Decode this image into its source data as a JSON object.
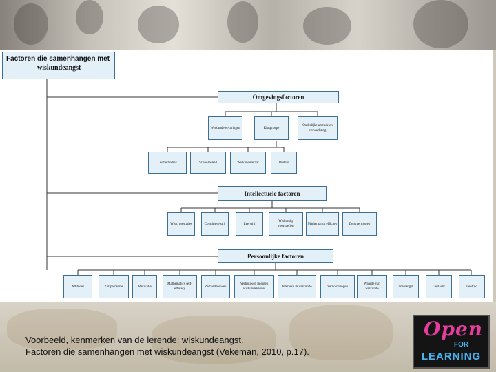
{
  "diagram": {
    "root_line1": "Factoren die samenhangen met",
    "root_line2": "wiskundeangst",
    "groups": [
      {
        "title": "Omgevingsfactoren",
        "rows": [
          [
            "Wiskunde-ervaringen",
            "Klasgroepe",
            "Ouderlijke attitude en verwachting"
          ],
          [
            "Lesmethodiek",
            "Schoolbeleid",
            "Wiskundeleraar",
            "Ouders"
          ]
        ]
      },
      {
        "title": "Intellectuele factoren",
        "rows": [
          [
            "Wisk. prestaties",
            "Cognitieve stijl",
            "Leerstijl",
            "Wiskundig voorspellen",
            "Mathematics efficacy",
            "Denkvermogen"
          ]
        ]
      },
      {
        "title": "Persoonlijke factoren",
        "rows": [
          [
            "Attitudes",
            "Zelfperceptie",
            "Motivatie",
            "Mathematics self-efficacy",
            "Zelfvertrouwen",
            "Vertrouwen in eigen wiskundekennis",
            "Interesse in wiskunde",
            "Verwachtingen",
            "Waarde van wiskunde",
            "Toetsangst",
            "Geslacht",
            "Leeftijd"
          ]
        ]
      }
    ]
  },
  "caption": {
    "line1": "Voorbeeld, kenmerken van de lerende: wiskundeangst.",
    "line2": "Factoren die samenhangen met wiskundeangst (Vekeman, 2010, p.17)."
  },
  "logo": {
    "open": "Open",
    "for": "FOR",
    "learning": "LEARNING"
  }
}
